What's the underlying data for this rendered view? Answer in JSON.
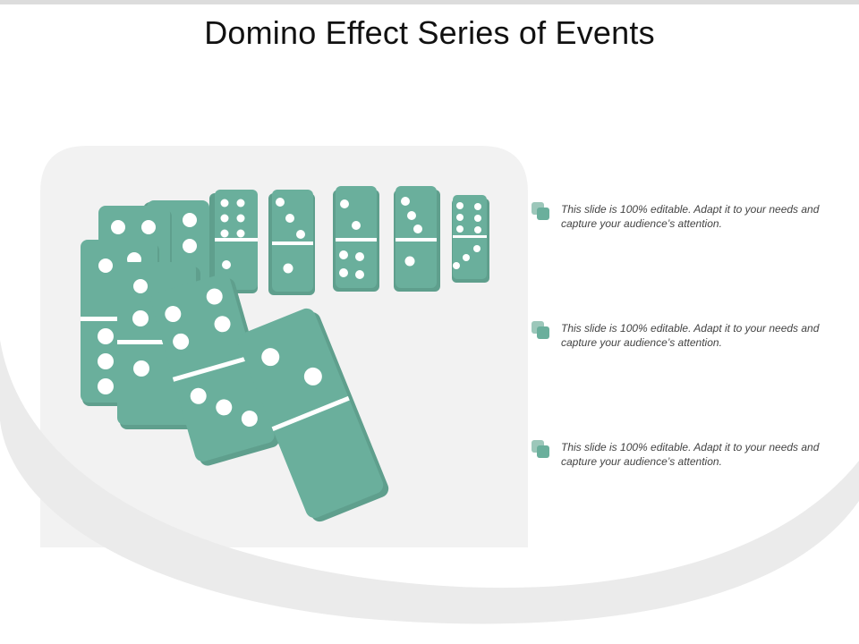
{
  "title": "Domino Effect Series of Events",
  "colors": {
    "accent": "#6aaf9c",
    "accent_light": "#9cc7ba",
    "panel": "#f2f2f2",
    "swoosh": "#ebebeb"
  },
  "bullets": [
    {
      "text": "This slide is 100% editable. Adapt it to your needs and capture your audience’s attention.",
      "icon": "stacked-squares-icon"
    },
    {
      "text": "This slide is 100% editable. Adapt it to your needs and capture your audience’s attention.",
      "icon": "stacked-squares-icon"
    },
    {
      "text": "This slide is 100% editable. Adapt it to your needs and capture your audience’s attention.",
      "icon": "stacked-squares-icon"
    }
  ],
  "illustration": {
    "icon": "falling-dominoes-illustration"
  }
}
